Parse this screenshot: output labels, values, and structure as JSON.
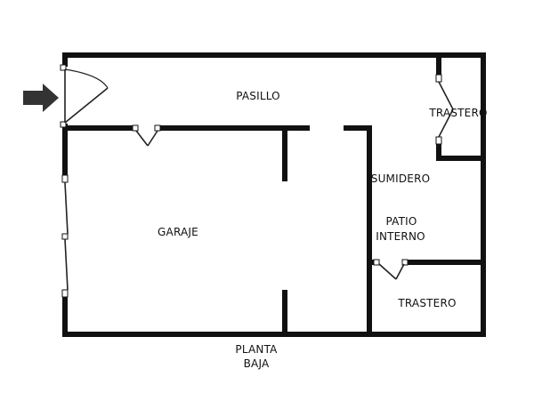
{
  "rooms": {
    "pasillo": "PASILLO",
    "trastero_top": "TRASTERO",
    "garaje": "GARAJE",
    "sumidero": "SUMIDERO",
    "patio_line1": "PATIO",
    "patio_line2": "INTERNO",
    "trastero_bottom": "TRASTERO"
  },
  "floor_label": {
    "line1": "PLANTA",
    "line2": "BAJA"
  },
  "colors": {
    "wall": "#111111",
    "background": "#ffffff",
    "arrow": "#333333"
  }
}
